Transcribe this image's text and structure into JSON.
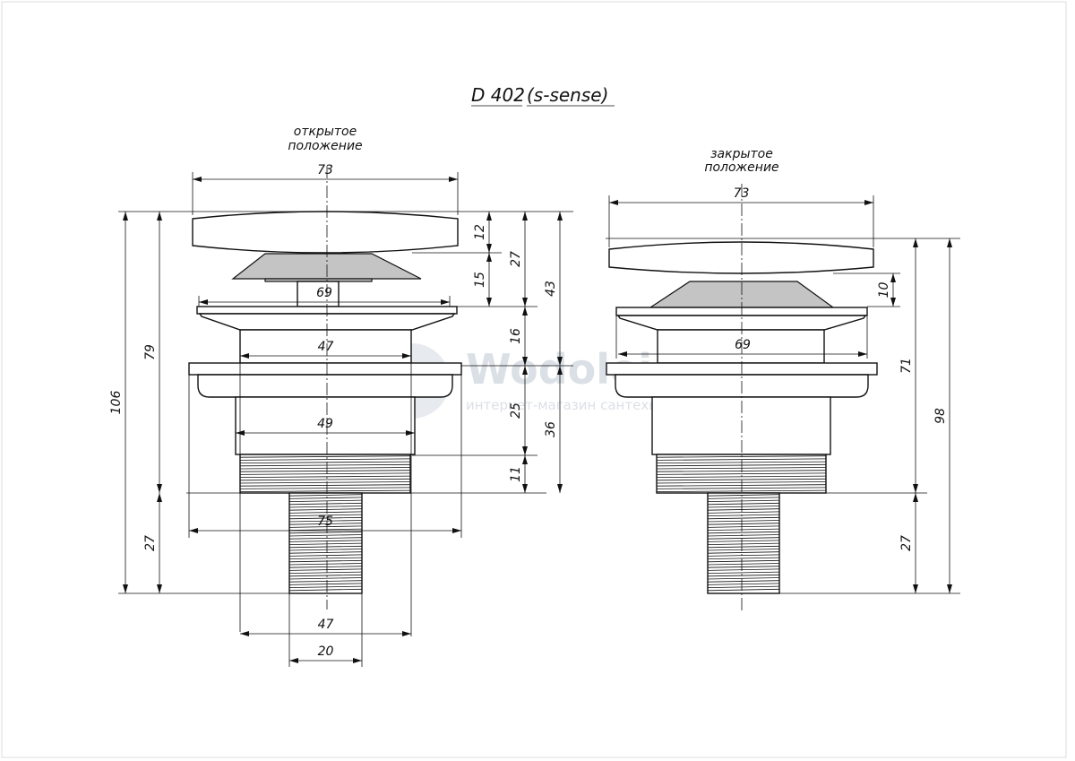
{
  "title": {
    "model": "D 402",
    "series": "(s-sense)"
  },
  "views": {
    "open": {
      "label_line1": "открытое",
      "label_line2": "положение",
      "dims": {
        "cap_width": "73",
        "flange_width": "69",
        "neck_width": "47",
        "body_width": "49",
        "plate_width": "75",
        "thread_width": "47",
        "outlet_width": "20",
        "cap_height": "12",
        "cone_height": "15",
        "top_height": "27",
        "ring_height": "16",
        "upper_height": "43",
        "body_height": "25",
        "thread_height": "11",
        "lower_height": "36",
        "height_to_thread": "79",
        "outlet_height": "27",
        "total_height": "106"
      }
    },
    "closed": {
      "label_line1": "закрытое",
      "label_line2": "положение",
      "dims": {
        "cap_width": "73",
        "flange_width": "69",
        "cap_gap": "10",
        "height_to_thread": "71",
        "outlet_height": "27",
        "total_height": "98"
      }
    }
  },
  "watermark": {
    "brand": "Wodolei.ru",
    "tagline": "интернет-магазин сантехники"
  }
}
